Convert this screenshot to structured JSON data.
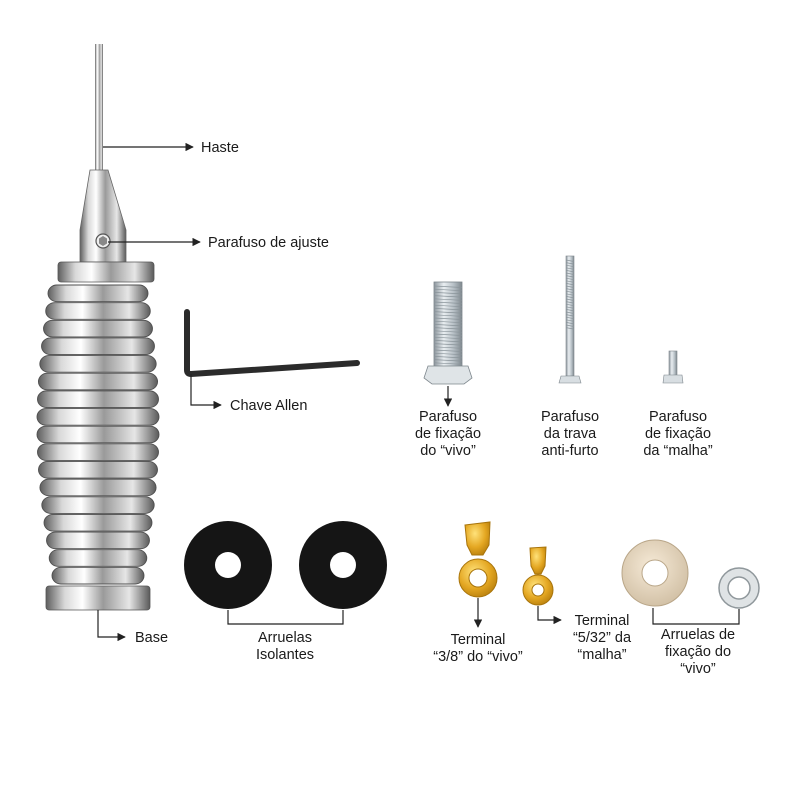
{
  "labels": {
    "haste": "Haste",
    "parafuso_ajuste": "Parafuso de ajuste",
    "chave_allen": "Chave Allen",
    "base": "Base",
    "parafuso_vivo": [
      "Parafuso",
      "de fixação",
      "do “vivo”"
    ],
    "parafuso_trava": [
      "Parafuso",
      "da trava",
      "anti-furto"
    ],
    "parafuso_malha": [
      "Parafuso",
      "de fixação",
      "da “malha”"
    ],
    "arruelas_isolantes": [
      "Arruelas",
      "Isolantes"
    ],
    "terminal_38": [
      "Terminal",
      "“3/8” do “vivo”"
    ],
    "terminal_532": [
      "Terminal",
      "“5/32” da",
      "“malha”"
    ],
    "arruelas_vivo": [
      "Arruelas de",
      "fixação do",
      "“vivo”"
    ]
  },
  "colors": {
    "chrome_light": "#f4f4f4",
    "chrome_dark": "#6f6f6f",
    "rubber": "#151515",
    "gold": "#e0a825",
    "line": "#222222"
  }
}
